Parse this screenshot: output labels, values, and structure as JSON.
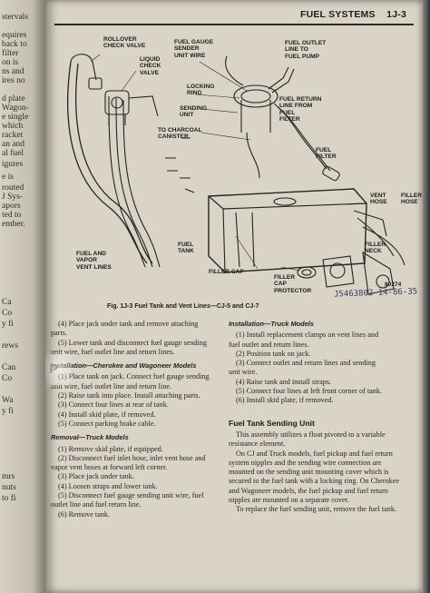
{
  "header": {
    "section": "FUEL SYSTEMS",
    "page_number": "1J-3"
  },
  "spine_fragments": [
    "stervals",
    "equires",
    "back to",
    "filter",
    "on is",
    "ns and",
    "ires no",
    "d plate",
    "Wagon-",
    "e single",
    "which",
    "racket",
    "an and",
    "al fuel",
    "igures",
    "e is",
    "routed",
    "J Sys-",
    "apors",
    "ted to",
    "ember.",
    "Ca",
    "Co",
    "y fi",
    "rews",
    "Can",
    "Co",
    "Wa",
    "y fi",
    "mrs",
    "nuts",
    "to fi"
  ],
  "diagram": {
    "labels": {
      "rollover": "ROLLOVER\nCHECK VALVE",
      "liquid": "LIQUID\nCHECK\nVALVE",
      "gauge_wire": "FUEL GAUGE\nSENDER\nUNIT WIRE",
      "outlet": "FUEL OUTLET\nLINE TO\nFUEL PUMP",
      "locking_ring": "LOCKING\nRING",
      "return_line": "FUEL RETURN\nLINE FROM\nFUEL\nFILTER",
      "sending_unit": "SENDING\nUNIT",
      "charcoal": "TO CHARCOAL\nCANISTER",
      "fuel_filter": "FUEL\nFILTER",
      "vent_hose": "VENT\nHOSE",
      "filler_hose": "FILLER\nHOSE",
      "vapor_lines": "FUEL AND\nVAPOR\nVENT LINES",
      "fuel_tank": "FUEL\nTANK",
      "filler_cap": "FILLER CAP",
      "cap_protector": "FILLER\nCAP\nPROTECTOR",
      "filler_neck": "FILLER\nNECK",
      "fig_number": "80274"
    },
    "handwriting": "J5463802 14-86-35",
    "caption": "Fig. 1J-3   Fuel Tank and Vent Lines—CJ-5 and CJ-7"
  },
  "left_column": {
    "lines": [
      "(4) Place jack under tank and remove attaching",
      "parts.",
      "(5) Lower tank and disconnect fuel gauge sending",
      "unit wire, fuel outlet line and return lines."
    ],
    "sub1": "Installation—Cherokee and Wagoneer Models",
    "sub1_items": [
      "(1) Place tank on jack. Connect fuel gauge sending",
      "unit wire, fuel outlet line and return line.",
      "(2) Raise tank into place. Install attaching parts.",
      "(3) Connect four lines at rear of tank.",
      "(4) Install skid plate, if removed.",
      "(5) Connect parking brake cable."
    ],
    "sub2": "Removal—Truck Models",
    "sub2_items": [
      "(1) Remove skid plate, if equipped.",
      "(2) Disconnect fuel inlet hose, inlet vent hose and",
      "vapor vent hoses at forward left corner.",
      "(3) Place jack under tank.",
      "(4) Loosen straps and lower tank.",
      "(5) Disconnect fuel gauge sending unit wire, fuel",
      "outlet line and fuel return line.",
      "(6) Remove tank."
    ]
  },
  "right_column": {
    "sub1": "Installation—Truck Models",
    "sub1_items": [
      "(1) Install replacement clamps on vent lines and",
      "fuel outlet and return lines.",
      "(2) Position tank on jack.",
      "(3) Connect outlet and return lines and sending",
      "unit wire.",
      "(4) Raise tank and install straps.",
      "(5) Connect four lines at left front corner of tank.",
      "(6) Install skid plate, if removed."
    ],
    "heading": "Fuel Tank Sending Unit",
    "para_lines": [
      "This assembly utilizes a float pivoted to a variable",
      "resistance element.",
      "On CJ and Truck models, fuel pickup and fuel return",
      "system nipples and the sending wire connection are",
      "mounted on the sending unit mounting cover which is",
      "secured to the fuel tank with a locking ring. On Cherokee",
      "and Wagoneer models, the fuel pickup and fuel return",
      "nipples are mounted on a separate cover.",
      "To replace the fuel sending unit, remove the fuel tank."
    ]
  },
  "watermark_letter": "P"
}
